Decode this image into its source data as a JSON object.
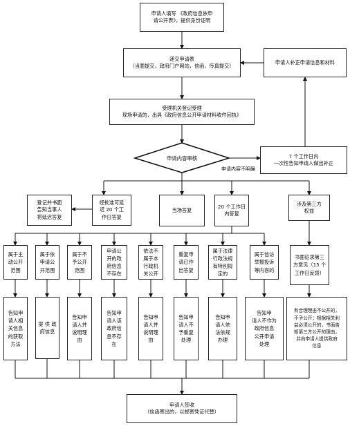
{
  "nodes": {
    "apply": "申请人填写 《政府信息依申\n请公开表》，提供身份证明",
    "submit": "递交申请表\n（当面提交，政府门户网站，信函，传真提交）",
    "supplement": "申请人补正申请信息和材料",
    "register": "受理机关登记受理\n现场申请的，出具《政府信息公开申请材料收件回执》",
    "review": "申请内容审核",
    "notify7": "7 个工作日内\n一次性告知申请人做出补正",
    "unclear": "申请内容不明确",
    "delay_notice": "登记并书面\n告知当事人\n将延迟答复",
    "approved_delay": "经批准可延\n迟 20 个工\n作日答复",
    "onsite": "当场答复",
    "days20": "20 个工作日\n内答复",
    "third_party": "涉及第三方\n权益",
    "c1": "属于主\n动公开\n范围",
    "c2": "属于依\n申请公\n开范围",
    "c3": "属于不\n予公开\n范围",
    "c4": "申请公\n开的政\n府信息\n不存在",
    "c5": "依法不\n属于本\n行政机\n关公开",
    "c6": "重复申\n请已作\n出答复",
    "c7": "属于法律\n行政法规\n有特别规\n定的",
    "c8": "属于信访\n举报投诉\n等内容的",
    "c9": "书面征求第三\n方意见（15 个\n工作日反馈）",
    "r1": "告知申\n请人相\n关信息\n的获取\n方法",
    "r2": "提 供 政\n府信息",
    "r3": "告知申\n请人并\n说明理\n由",
    "r4": "告知申\n请人该\n政府信\n息不存\n在",
    "r5": "告知申\n请人并\n说明理\n由",
    "r6": "告知申\n请人不\n予重复\n处理",
    "r7": "告知申\n请人依\n法依规\n办理",
    "r8": "告知申\n请人不作为\n政府信息\n公开申请\n处理",
    "r9": "有合理理由不公开的，\n不予公开；根据相关利\n益必须公开的，书面告\n知第三方公开的理由，\n并向申请人提供政府\n信息",
    "sign": "申请人签收\n（信函寄出的，以邮寄凭证代替）"
  }
}
